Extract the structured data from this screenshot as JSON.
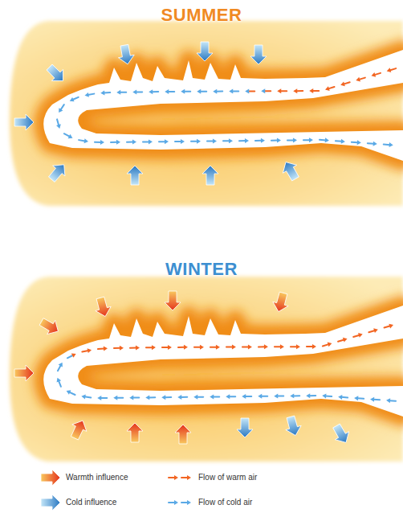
{
  "diagram": {
    "labels": [
      "SUMMER",
      "WINTER"
    ],
    "legend": [
      {
        "text": "Warmth influence"
      },
      {
        "text": "Flow of warm air"
      },
      {
        "text": "Cold influence"
      },
      {
        "text": "Flow of cold air"
      }
    ]
  }
}
